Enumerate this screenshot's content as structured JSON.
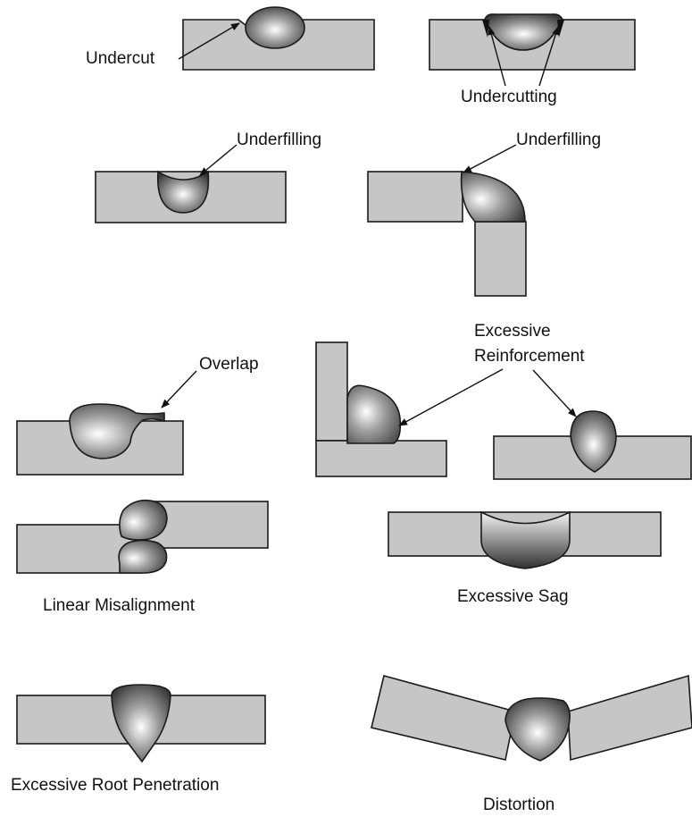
{
  "labels": {
    "undercut": "Undercut",
    "undercutting": "Undercutting",
    "underfilling_1": "Underfilling",
    "underfilling_2": "Underfilling",
    "excessive_reinforcement_line1": "Excessive",
    "excessive_reinforcement_line2": "Reinforcement",
    "overlap": "Overlap",
    "linear_misalignment": "Linear Misalignment",
    "excessive_sag": "Excessive Sag",
    "excessive_root_penetration": "Excessive Root Penetration",
    "distortion": "Distortion"
  },
  "colors": {
    "plate": "#c6c6c6",
    "outline": "#1a1a1a",
    "weld_highlight": "#ffffff",
    "weld_dark": "#3a3a3a"
  }
}
